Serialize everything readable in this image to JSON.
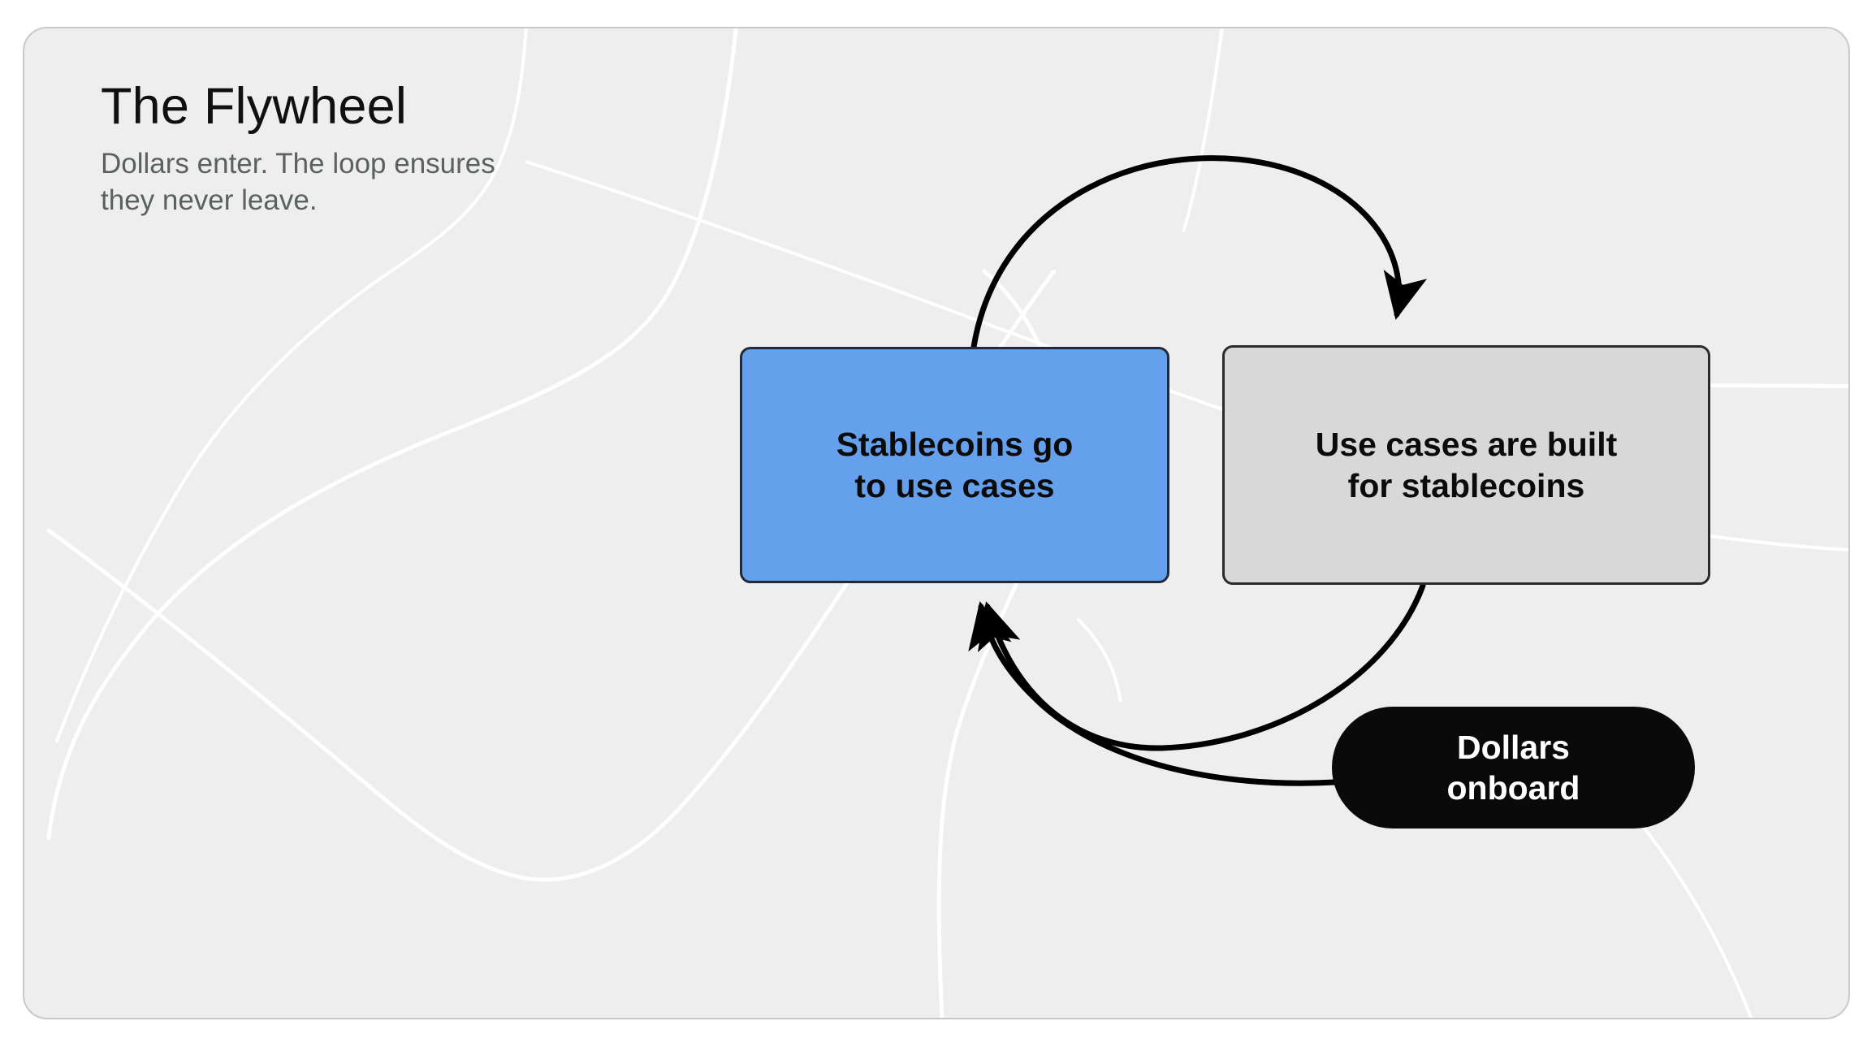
{
  "slide": {
    "title": "The Flywheel",
    "subtitle": "Dollars enter. The loop ensures they never leave.",
    "background_color": "#eeeeee",
    "page_background_color": "#ffffff"
  },
  "diagram": {
    "type": "cycle-flywheel",
    "nodes": [
      {
        "id": "stablecoins-go-to-use-cases",
        "label": "Stablecoins go\nto use cases",
        "shape": "rounded-rect",
        "fill": "#64a0ec",
        "border": "#22293a",
        "text_color": "#0b0b0b"
      },
      {
        "id": "use-cases-are-built-for-stablecoins",
        "label": "Use cases are built\nfor stablecoins",
        "shape": "rounded-rect",
        "fill": "#d8d8d8",
        "border": "#2a2a2a",
        "text_color": "#0b0b0b"
      },
      {
        "id": "dollars-onboard",
        "label": "Dollars\nonboard",
        "shape": "pill",
        "fill": "#0a0a0a",
        "border": "none",
        "text_color": "#ffffff"
      }
    ],
    "edges": [
      {
        "id": "edge-stablecoins-to-usecases",
        "from": "stablecoins-go-to-use-cases",
        "to": "use-cases-are-built-for-stablecoins",
        "style": "curved-arc-over-top",
        "arrowhead": "end",
        "color": "#000000"
      },
      {
        "id": "edge-usecases-to-stablecoins",
        "from": "use-cases-are-built-for-stablecoins",
        "to": "stablecoins-go-to-use-cases",
        "style": "curved-arc-under-bottom",
        "arrowhead": "end",
        "color": "#000000"
      },
      {
        "id": "edge-dollars-to-stablecoins",
        "from": "dollars-onboard",
        "to": "stablecoins-go-to-use-cases",
        "style": "curved-arc-under-bottom",
        "arrowhead": "end",
        "color": "#000000"
      }
    ]
  }
}
